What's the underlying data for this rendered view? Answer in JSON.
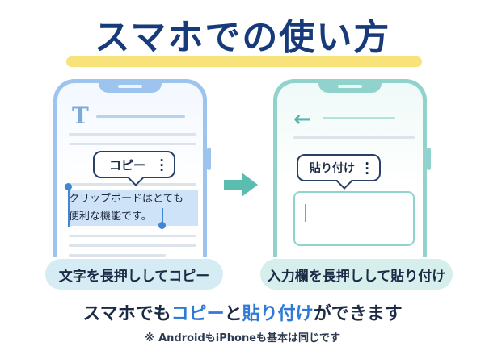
{
  "title": "スマホでの使い方",
  "left_phone": {
    "text_icon": "T",
    "bubble_label": "コピー",
    "menu_dots": "⋮",
    "selected_text_line1": "クリップボードはとても",
    "selected_text_line2": "便利な機能です。"
  },
  "right_phone": {
    "back_arrow": "←",
    "bubble_label": "貼り付け",
    "menu_dots": "⋮"
  },
  "captions": {
    "left": "文字を長押ししてコピー",
    "right": "入力欄を長押しして貼り付け"
  },
  "bottom": {
    "part1": "スマホでも",
    "copy": "コピー",
    "part2": "と",
    "paste": "貼り付け",
    "part3": "ができます",
    "note": "※ AndroidもiPhoneも基本は同じです"
  },
  "colors": {
    "title": "#163a7a",
    "title_highlight": "#f7e37a",
    "left_phone_frame": "#9cc4ef",
    "right_phone_frame": "#8fd3cc",
    "arrow": "#5bbcb0",
    "accent_text": "#2f7ad6"
  }
}
